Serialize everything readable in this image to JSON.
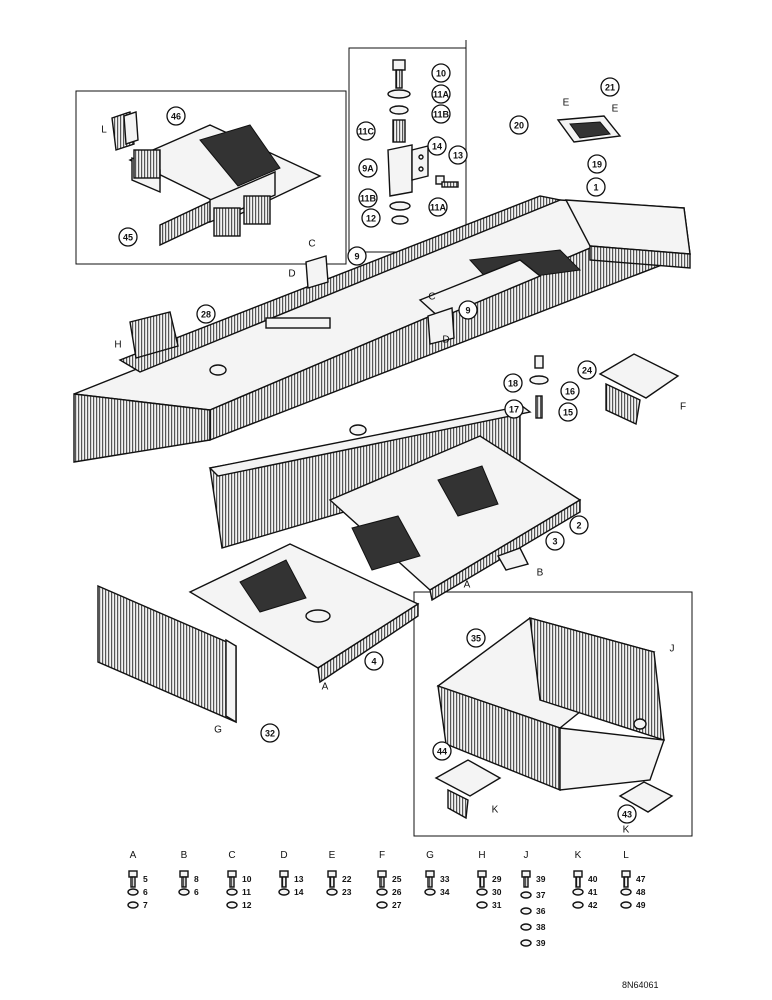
{
  "diagram": {
    "callouts": [
      {
        "label": "10"
      },
      {
        "label": "11A"
      },
      {
        "label": "11B"
      },
      {
        "label": "11C"
      },
      {
        "label": "9A"
      },
      {
        "label": "14"
      },
      {
        "label": "13"
      },
      {
        "label": "11B"
      },
      {
        "label": "12"
      },
      {
        "label": "11A"
      },
      {
        "label": "21"
      },
      {
        "label": "20"
      },
      {
        "label": "19"
      },
      {
        "label": "1"
      },
      {
        "label": "46"
      },
      {
        "label": "45"
      },
      {
        "label": "9"
      },
      {
        "label": "28"
      },
      {
        "label": "9"
      },
      {
        "label": "18"
      },
      {
        "label": "16"
      },
      {
        "label": "17"
      },
      {
        "label": "15"
      },
      {
        "label": "24"
      },
      {
        "label": "2"
      },
      {
        "label": "3"
      },
      {
        "label": "4"
      },
      {
        "label": "32"
      },
      {
        "label": "35"
      },
      {
        "label": "44"
      },
      {
        "label": "43"
      }
    ],
    "letters": [
      {
        "text": "E"
      },
      {
        "text": "E"
      },
      {
        "text": "L"
      },
      {
        "text": "C"
      },
      {
        "text": "D"
      },
      {
        "text": "C"
      },
      {
        "text": "D"
      },
      {
        "text": "H"
      },
      {
        "text": "F"
      },
      {
        "text": "B"
      },
      {
        "text": "A"
      },
      {
        "text": "A"
      },
      {
        "text": "G"
      },
      {
        "text": "J"
      },
      {
        "text": "K"
      },
      {
        "text": "K"
      }
    ],
    "legend": [
      {
        "letter": "A",
        "numbers": [
          "5",
          "6",
          "7"
        ]
      },
      {
        "letter": "B",
        "numbers": [
          "8",
          "6"
        ]
      },
      {
        "letter": "C",
        "numbers": [
          "10",
          "11",
          "12"
        ]
      },
      {
        "letter": "D",
        "numbers": [
          "13",
          "14"
        ]
      },
      {
        "letter": "E",
        "numbers": [
          "22",
          "23"
        ]
      },
      {
        "letter": "F",
        "numbers": [
          "25",
          "26",
          "27"
        ]
      },
      {
        "letter": "G",
        "numbers": [
          "33",
          "34"
        ]
      },
      {
        "letter": "H",
        "numbers": [
          "29",
          "30",
          "31"
        ]
      },
      {
        "letter": "J",
        "numbers": [
          "39",
          "37",
          "36",
          "38",
          "39"
        ]
      },
      {
        "letter": "K",
        "numbers": [
          "40",
          "41",
          "42"
        ]
      },
      {
        "letter": "L",
        "numbers": [
          "47",
          "48",
          "49"
        ]
      }
    ],
    "drawing_code": "8N64061"
  }
}
